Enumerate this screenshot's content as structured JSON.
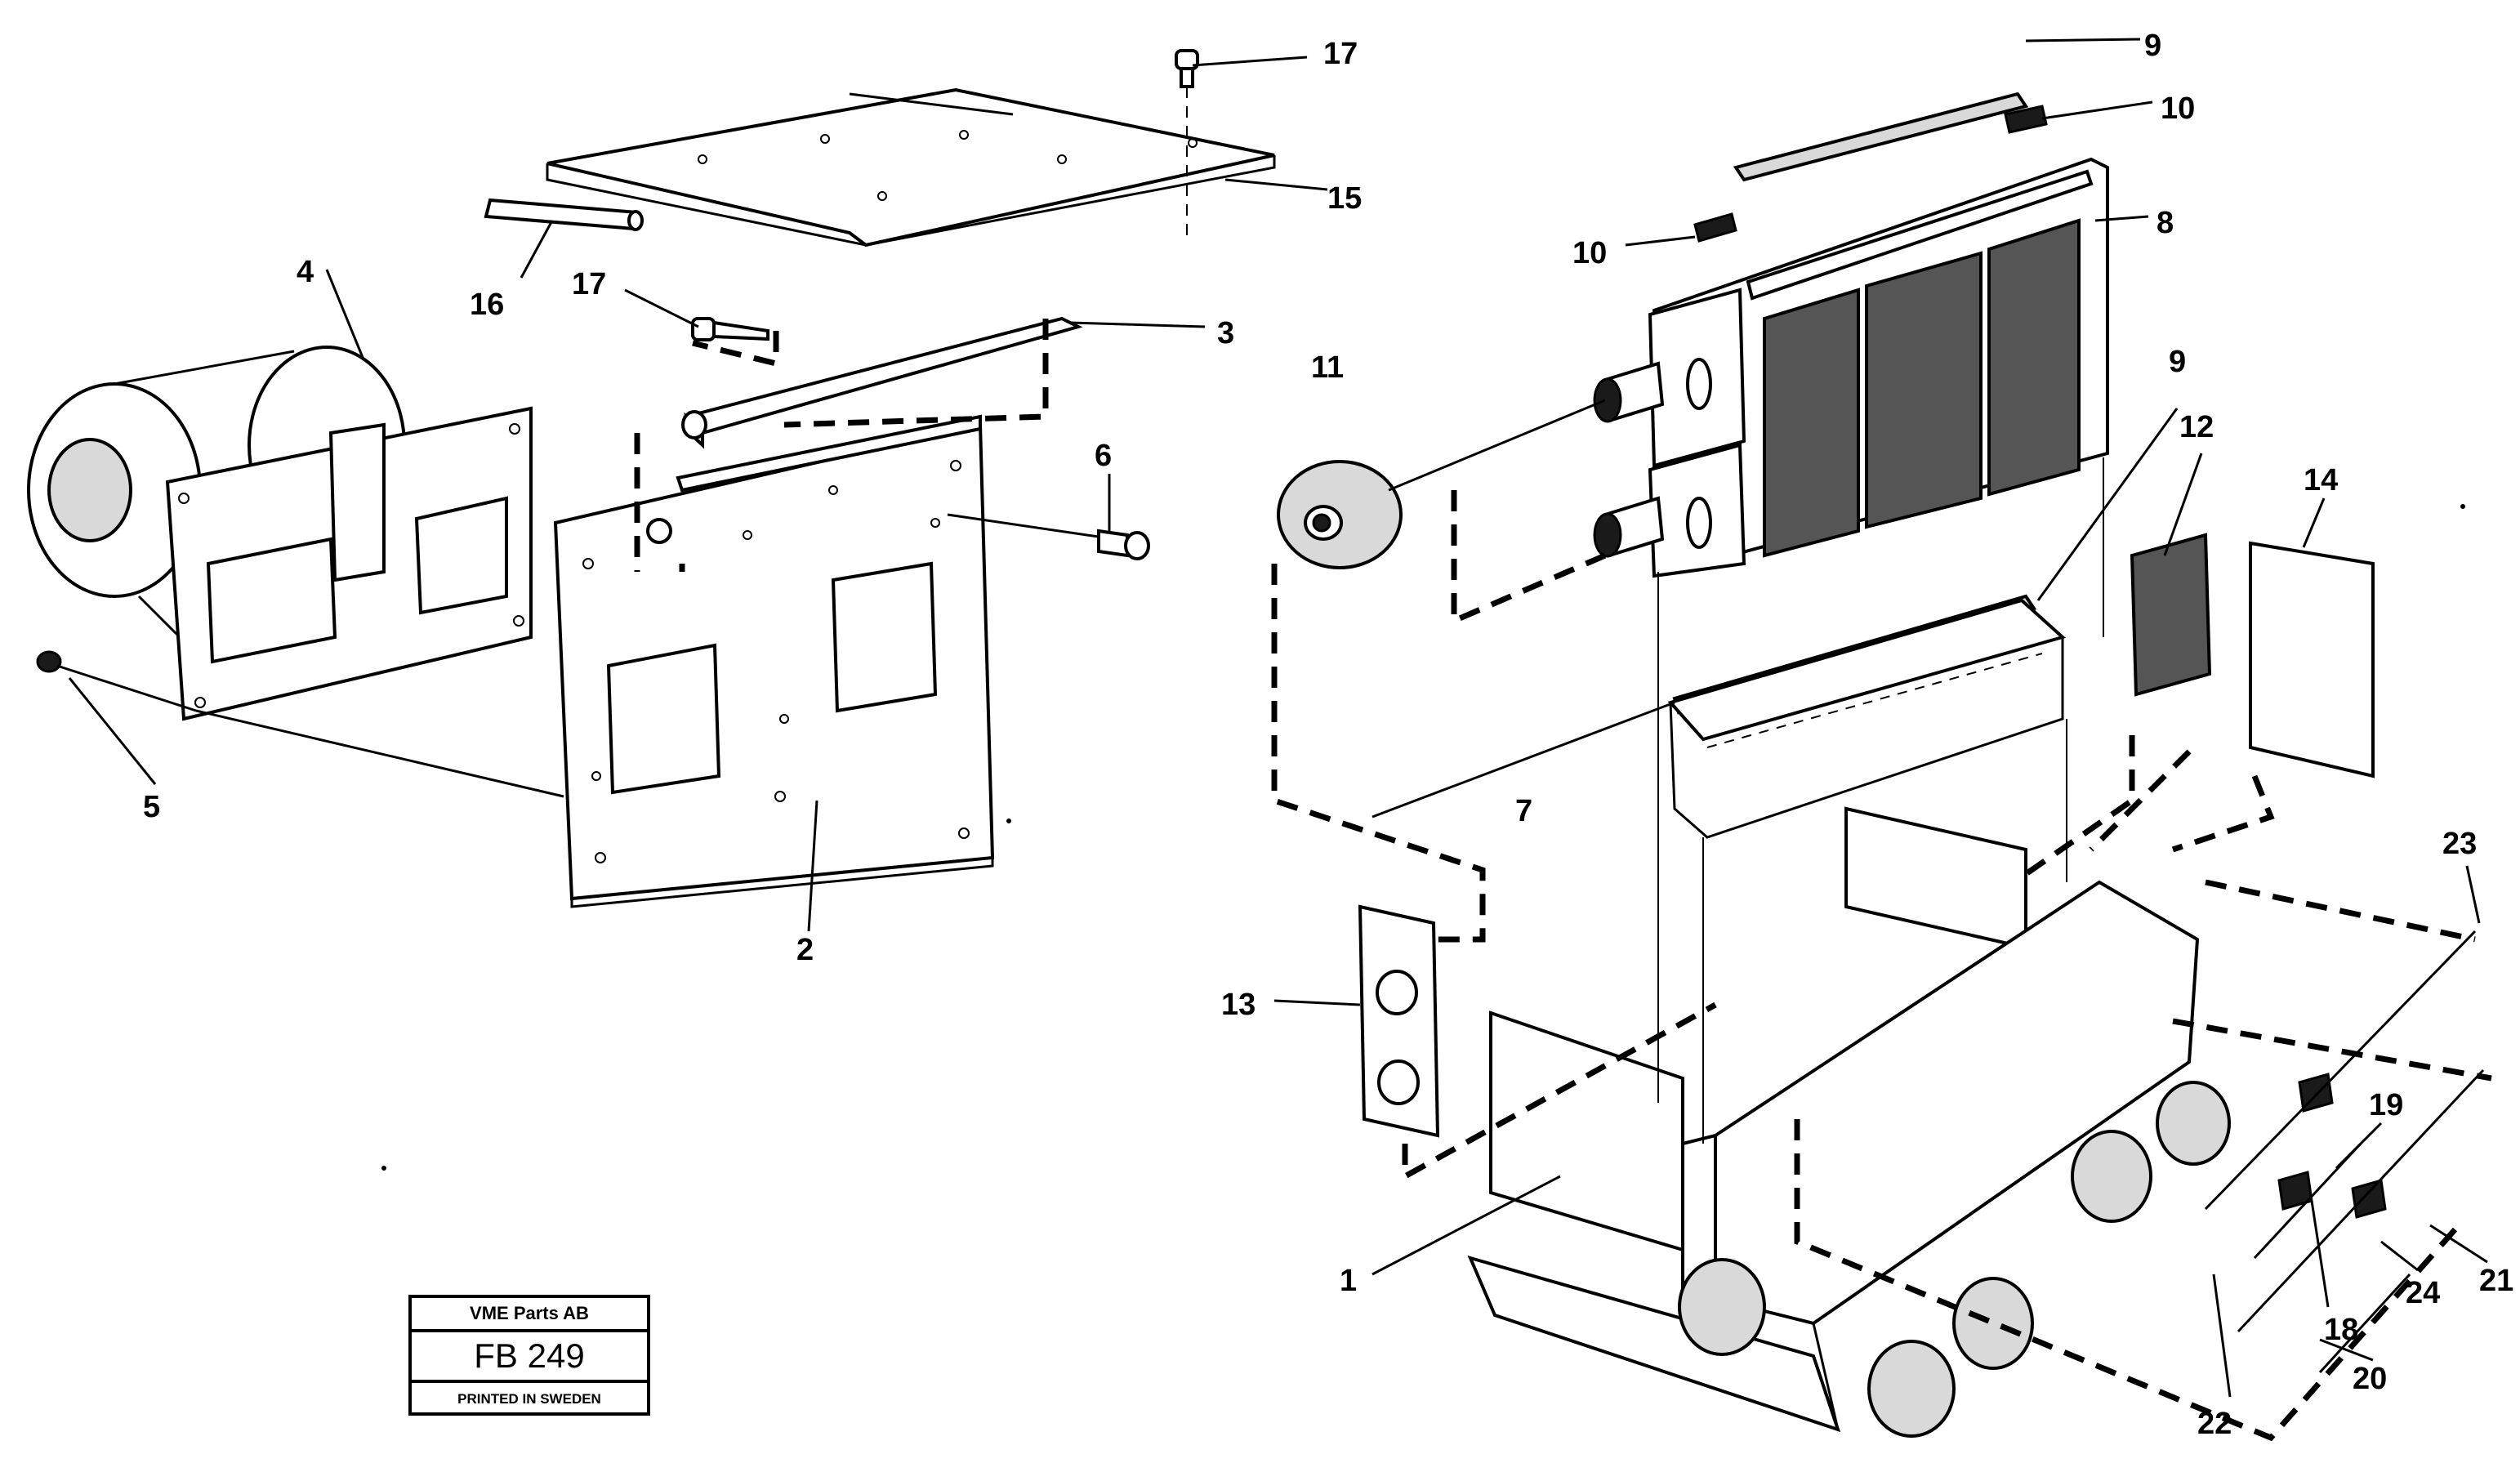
{
  "diagram": {
    "callouts": {
      "c1": "1",
      "c2": "2",
      "c3": "3",
      "c4": "4",
      "c5": "5",
      "c6": "6",
      "c7": "7",
      "c8": "8",
      "c9a": "9",
      "c9b": "9",
      "c10a": "10",
      "c10b": "10",
      "c11": "11",
      "c12": "12",
      "c13": "13",
      "c14": "14",
      "c15": "15",
      "c16": "16",
      "c17a": "17",
      "c17b": "17",
      "c18": "18",
      "c19": "19",
      "c20": "20",
      "c21": "21",
      "c22": "22",
      "c23": "23",
      "c24": "24"
    }
  },
  "stamp": {
    "company": "VME Parts AB",
    "code": "FB 249",
    "printed": "PRINTED IN SWEDEN"
  }
}
